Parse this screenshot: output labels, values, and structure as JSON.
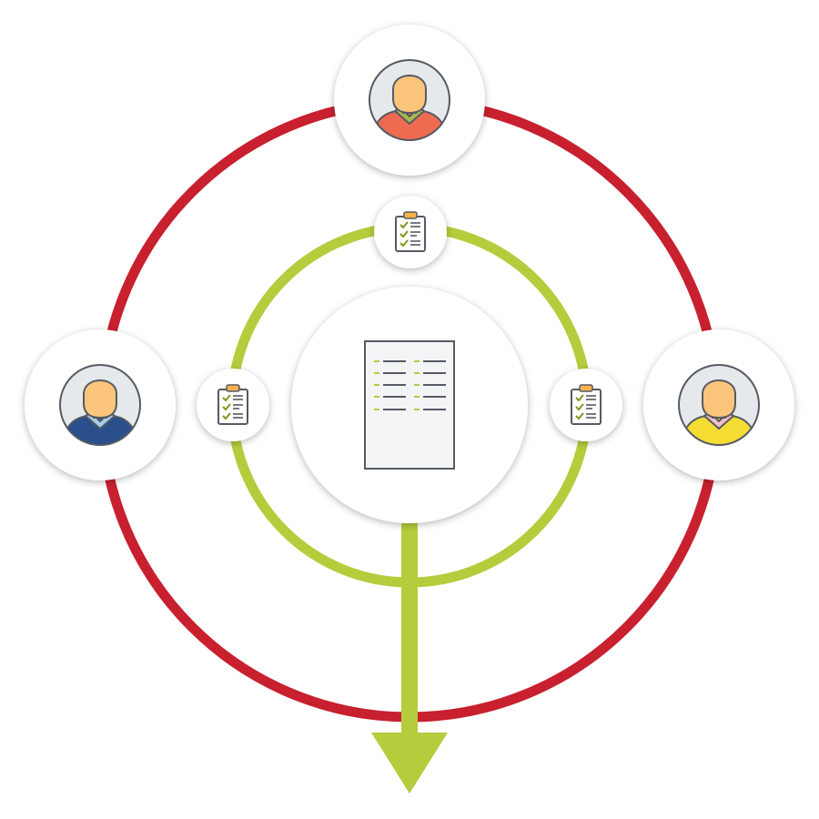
{
  "colors": {
    "outer_ring": "#c8202e",
    "inner_ring": "#b5cc3c",
    "node_fill": "#ffffff",
    "avatar_bg": "#e6e9ec",
    "outline": "#555a63",
    "skin": "#fbc57b",
    "document_fill": "#f3f4f6",
    "document_line_accent": "#b5cc3c",
    "document_line": "#555a63",
    "clipboard_fill": "#ffffff",
    "clipboard_clip": "#fbb24c",
    "check_color": "#7a9a1e"
  },
  "people": [
    {
      "id": "top",
      "shirt": "#ee6b52",
      "collar": "#a9b84a"
    },
    {
      "id": "left",
      "shirt": "#2a4f8c",
      "collar": "#a8cde8"
    },
    {
      "id": "right",
      "shirt": "#f4dc32",
      "collar": "#f1c1c7"
    }
  ],
  "icons": {
    "person": "user-avatar-icon",
    "clipboard": "checklist-clipboard-icon",
    "document": "document-icon",
    "arrow": "down-arrow-icon"
  }
}
